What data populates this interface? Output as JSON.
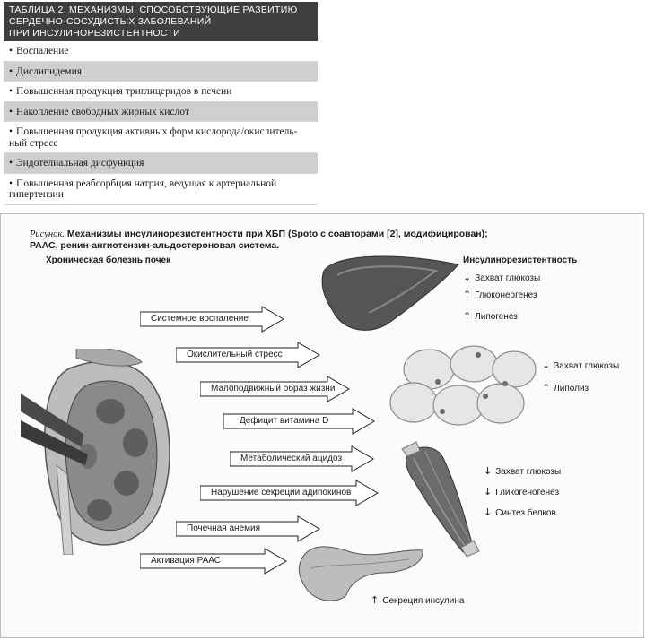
{
  "table": {
    "title_line1": "ТАБЛИЦА 2. МЕХАНИЗМЫ, СПОСОБСТВУЮЩИЕ РАЗВИТИЮ",
    "title_line2": "СЕРДЕЧНО-СОСУДИСТЫХ ЗАБОЛЕВАНИЙ",
    "title_line3": "ПРИ ИНСУЛИНОРЕЗИСТЕНТНОСТИ",
    "bullet": "•",
    "rows": [
      {
        "text": "Воспаление"
      },
      {
        "text": "Дислипидемия"
      },
      {
        "text": "Повышенная продукция триглицеридов в печени"
      },
      {
        "text": "Накопление свободных жирных кислот"
      },
      {
        "text": "Повышенная продукция активных форм кислорода/окислитель-",
        "text2": "ный стресс"
      },
      {
        "text": "Эндотелиальная дисфункция"
      },
      {
        "text": "Повышенная реабсорбция натрия, ведущая к артериальной",
        "text2": "гипертензии"
      }
    ]
  },
  "figure": {
    "caption_label": "Рисунок.",
    "caption_line1": "Механизмы инсулинорезистентности при ХБП (Spoto с соавторами [2], модифицирован);",
    "caption_line2": "РААС, ренин-ангиотензин-альдостероновая система.",
    "left_heading": "Хроническая болезнь почек",
    "right_heading": "Инсулинорезистентность",
    "arrows": [
      {
        "label": "Системное воспаление"
      },
      {
        "label": "Окислительный стресс"
      },
      {
        "label": "Малоподвижный образ жизни"
      },
      {
        "label": "Дефицит витамина D"
      },
      {
        "label": "Метаболический ацидоз"
      },
      {
        "label": "Нарушение секреции адипокинов"
      },
      {
        "label": "Почечная анемия"
      },
      {
        "label": "Активация РААС"
      }
    ],
    "effects": {
      "liver": [
        {
          "dir": "↓",
          "label": "Захват глюкозы"
        },
        {
          "dir": "↑",
          "label": "Глюконеогенез"
        },
        {
          "dir": "↑",
          "label": "Липогенез"
        }
      ],
      "fat": [
        {
          "dir": "↓",
          "label": "Захват глюкозы"
        },
        {
          "dir": "↑",
          "label": "Липолиз"
        }
      ],
      "muscle": [
        {
          "dir": "↓",
          "label": "Захват глюкозы"
        },
        {
          "dir": "↓",
          "label": "Гликогеногенез"
        },
        {
          "dir": "↓",
          "label": "Синтез белков"
        }
      ],
      "pancreas": [
        {
          "dir": "↑",
          "label": "Секреция инсулина"
        }
      ]
    }
  }
}
